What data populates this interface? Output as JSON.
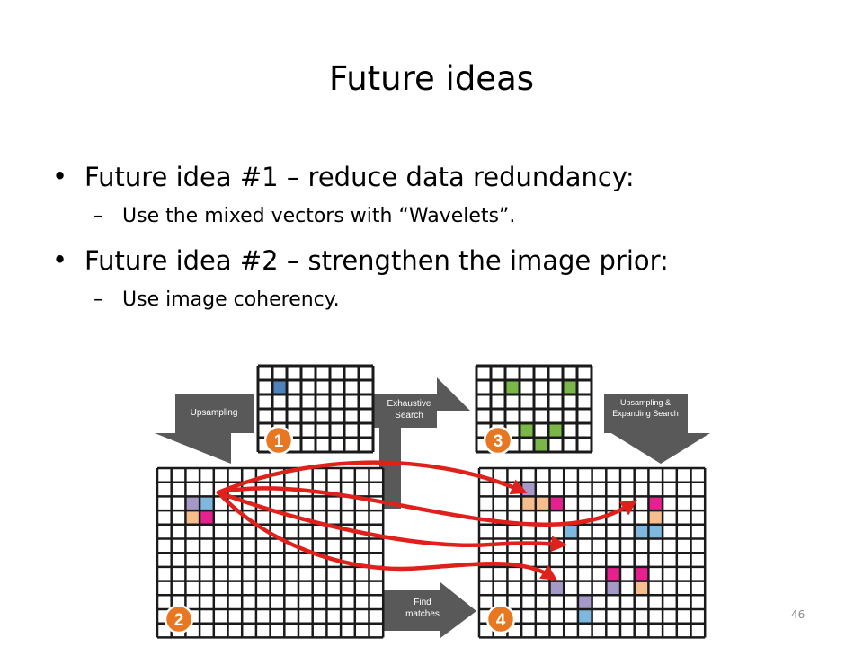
{
  "slide": {
    "title": "Future ideas",
    "bullets": [
      {
        "text": "Future idea #1 – reduce data redundancy:",
        "sub": "Use the mixed vectors with “Wavelets”."
      },
      {
        "text": "Future idea #2 – strengthen the image prior:",
        "sub": "Use image coherency."
      }
    ],
    "bullet_glyph": "•",
    "sub_glyph": "–",
    "slide_number": "46"
  },
  "diagram": {
    "labels": {
      "upsampling": "Upsampling",
      "exhaustive_search": [
        "Exhaustive",
        "Search"
      ],
      "upsampling_expanding": [
        "Upsampling &",
        "Expanding Search"
      ],
      "find_matches": [
        "Find",
        "matches"
      ]
    },
    "step_badges": [
      "1",
      "2",
      "3",
      "4"
    ],
    "colors": {
      "grid_line": "#1a1a1a",
      "arrow_gray": "#595959",
      "badge_orange": "#e87722",
      "match_arrow_red": "#e0201b",
      "cell_blue": "#4f81bd",
      "cell_green": "#7ab648",
      "cell_purple": "#a59ac7",
      "cell_lightblue": "#7fb8df",
      "cell_peach": "#f6be8c",
      "cell_magenta": "#e6208e"
    }
  }
}
